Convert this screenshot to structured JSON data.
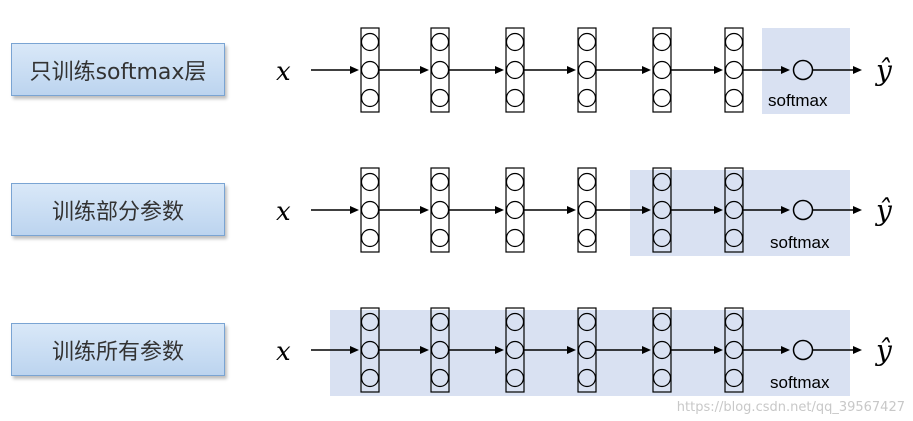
{
  "rows": [
    {
      "label": "只训练softmax层",
      "input": "x",
      "output": "ŷ",
      "softmax": "softmax"
    },
    {
      "label": "训练部分参数",
      "input": "x",
      "output": "ŷ",
      "softmax": "softmax"
    },
    {
      "label": "训练所有参数",
      "input": "x",
      "output": "ŷ",
      "softmax": "softmax"
    }
  ],
  "watermark": "https://blog.csdn.net/qq_39567427",
  "colors": {
    "highlight": "#d9e1f2",
    "label_bg": "#c9dcf2",
    "stroke": "#000000"
  }
}
